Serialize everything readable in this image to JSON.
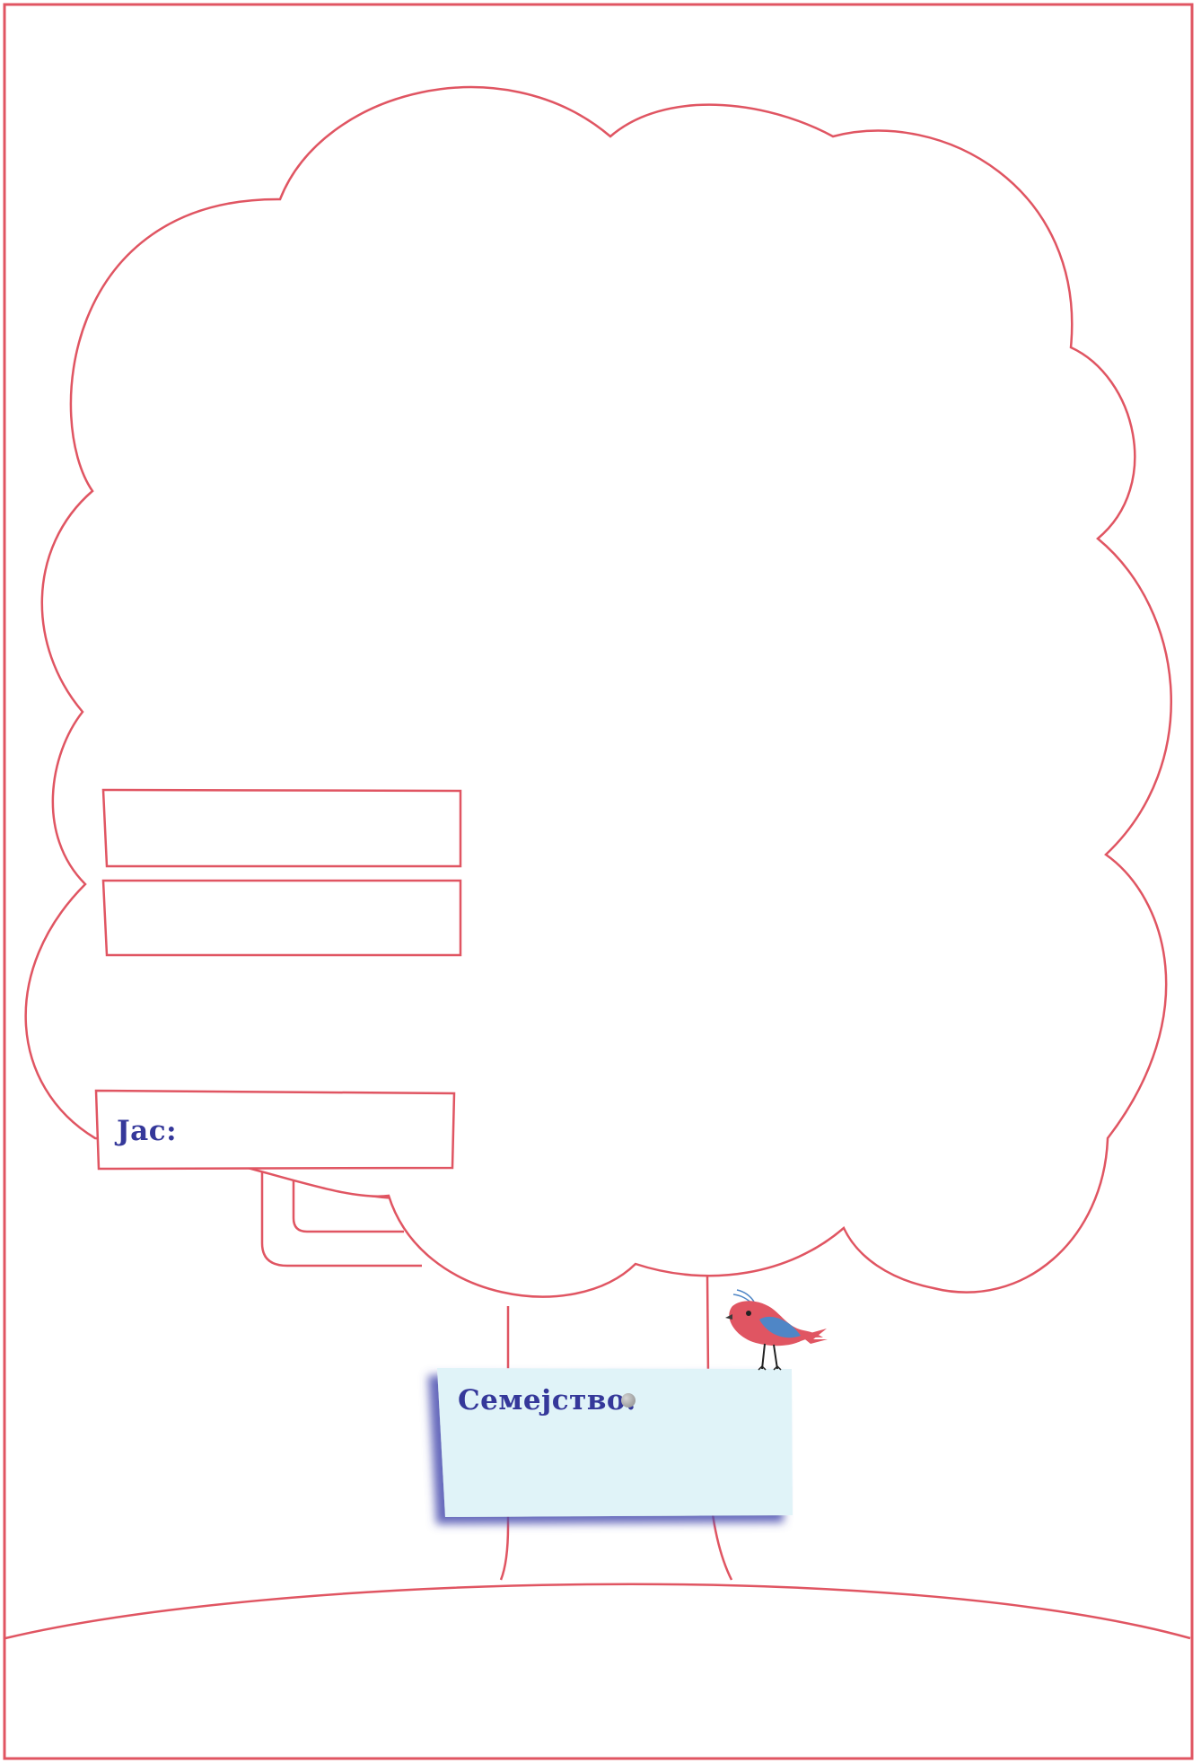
{
  "worksheet": {
    "me_label": "Јас:",
    "family_label": "Семејство:",
    "colors": {
      "outline": "#e05562",
      "label_text": "#35389a",
      "note_fill": "#e0f3f8",
      "note_shadow": "#4b4fb0",
      "bird_body": "#e05562",
      "bird_wing": "#4f86c6"
    },
    "icons": {
      "bird": "bird-icon",
      "pin": "pin-icon",
      "tree": "tree-illustration"
    }
  }
}
